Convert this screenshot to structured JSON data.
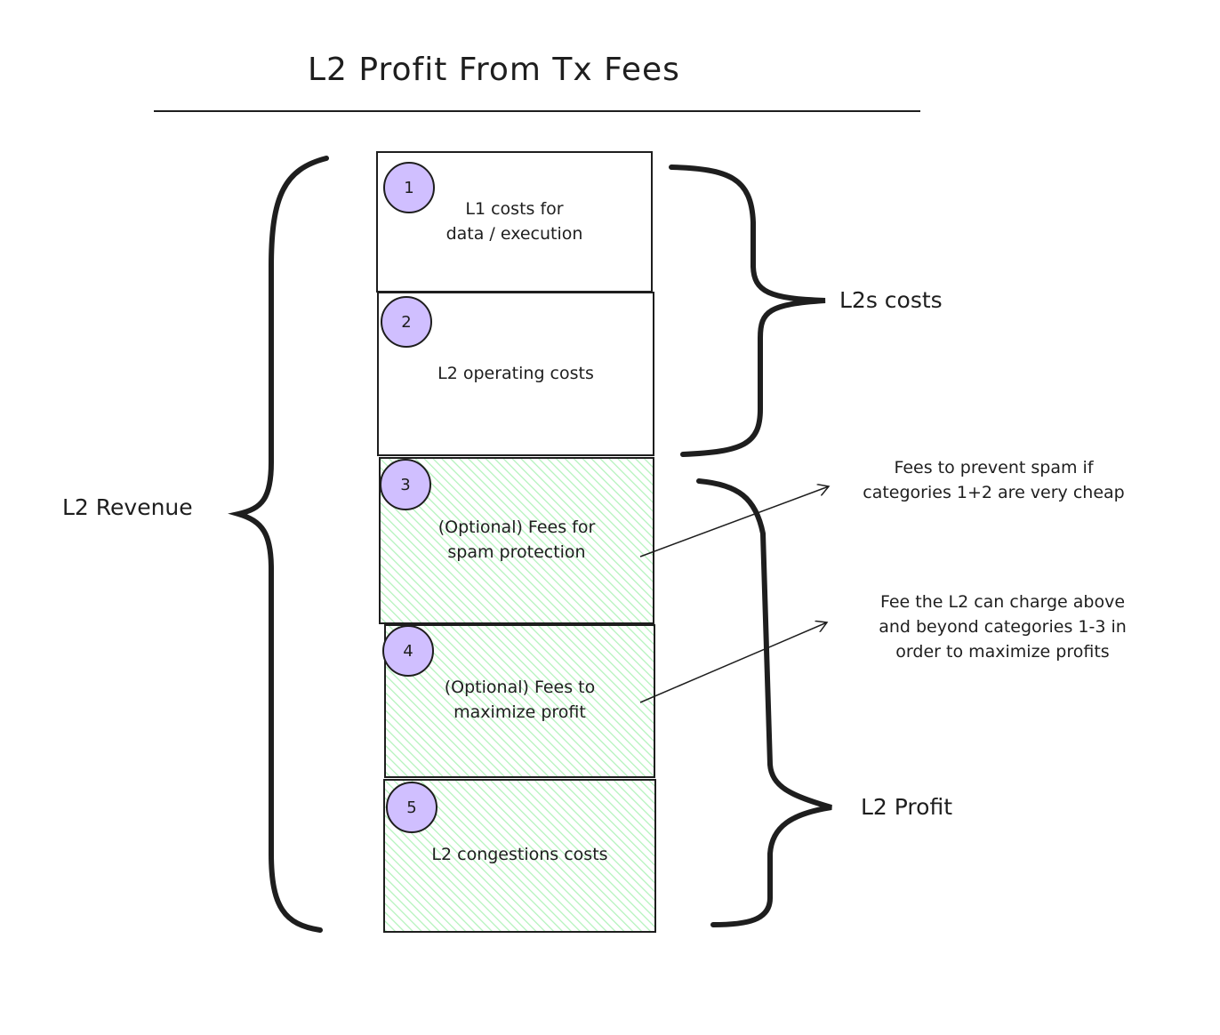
{
  "title": "L2 Profit From Tx Fees",
  "boxes": [
    {
      "number": "1",
      "label": "L1 costs for\ndata / execution",
      "fill": "none"
    },
    {
      "number": "2",
      "label": "L2 operating costs",
      "fill": "none"
    },
    {
      "number": "3",
      "label": "(Optional) Fees for\nspam protection",
      "fill": "#b2f2bb"
    },
    {
      "number": "4",
      "label": "(Optional) Fees to\nmaximize profit",
      "fill": "#b2f2bb"
    },
    {
      "number": "5",
      "label": "L2 congestions costs",
      "fill": "#b2f2bb"
    }
  ],
  "braces": {
    "revenue": "L2 Revenue",
    "costs": "L2s costs",
    "profit": "L2 Profit"
  },
  "notes": [
    {
      "text": "Fees to prevent spam if\ncategories 1+2 are very cheap",
      "points_to": "3"
    },
    {
      "text": "Fee the L2 can charge above\nand beyond categories 1-3 in\norder to maximize profits",
      "points_to": "4"
    }
  ],
  "colors": {
    "badge": "#d0bfff",
    "hatch": "#b2f2bb",
    "stroke": "#1e1e1e"
  }
}
